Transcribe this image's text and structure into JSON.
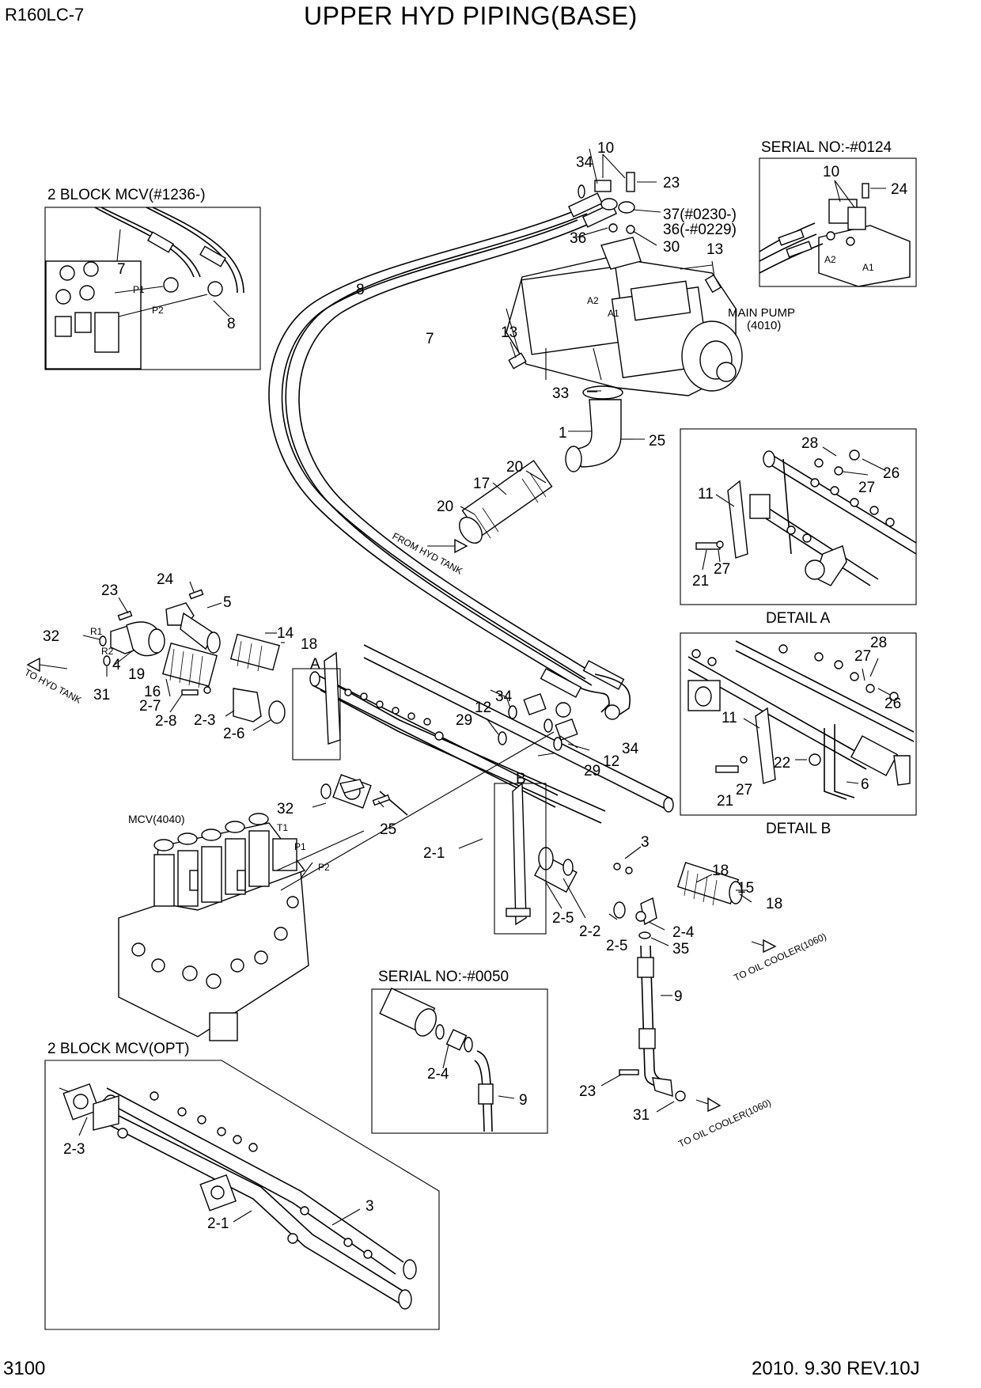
{
  "header": {
    "model": "R160LC-7",
    "title": "UPPER HYD PIPING(BASE)"
  },
  "footer": {
    "page_number": "3100",
    "revision": "2010.  9.30 REV.10J"
  },
  "boxes": {
    "mcv_1236": "2 BLOCK MCV(#1236-)",
    "serial_0124": "SERIAL NO:-#0124",
    "detail_a": "DETAIL A",
    "detail_b": "DETAIL B",
    "serial_0050": "SERIAL NO:-#0050",
    "mcv_opt": "2 BLOCK MCV(OPT)"
  },
  "annotations": {
    "main_pump": "MAIN PUMP",
    "main_pump_code": "(4010)",
    "mcv": "MCV(4040)",
    "from_hyd_tank": "FROM HYD TANK",
    "to_hyd_tank": "TO HYD TANK",
    "to_oil_cooler_1": "TO OIL COOLER(1060)",
    "to_oil_cooler_2": "TO OIL COOLER(1060)"
  },
  "port_labels": {
    "p1": "P1",
    "p2": "P2",
    "a1": "A1",
    "a2": "A2",
    "r1": "R1",
    "r2": "R2",
    "t1": "T1",
    "mcv_p1": "P1",
    "mcv_p2": "P2",
    "ser_a1": "A1",
    "ser_a2": "A2"
  },
  "section_marks": {
    "a": "A",
    "b": "B"
  },
  "callouts": {
    "c34_top": "34",
    "c10_top": "10",
    "c23_top": "23",
    "c37": "37(#0230-)",
    "c36_note": "36(-#0229)",
    "c36": "36",
    "c30": "30",
    "c13_right": "13",
    "c8_pipe": "8",
    "c7_pipe": "7",
    "c13_left": "13",
    "c33": "33",
    "c1": "1",
    "c25_pump": "25",
    "c20_a": "20",
    "c17": "17",
    "c20_b": "20",
    "box1_7": "7",
    "box1_8": "8",
    "ser_10": "10",
    "ser_24": "24",
    "da_28": "28",
    "da_26": "26",
    "da_27a": "27",
    "da_11": "11",
    "da_21": "21",
    "da_27b": "27",
    "db_28": "28",
    "db_27a": "27",
    "db_26": "26",
    "db_11": "11",
    "db_22": "22",
    "db_6": "6",
    "db_21": "21",
    "db_27b": "27",
    "c23_l": "23",
    "c24_l": "24",
    "c5": "5",
    "c32_l": "32",
    "c4": "4",
    "c31_l": "31",
    "c14": "14",
    "c18_l": "18",
    "c19": "19",
    "c16": "16",
    "c2_7": "2-7",
    "c2_8": "2-8",
    "c2_3": "2-3",
    "c2_6": "2-6",
    "c34_mid": "34",
    "c12_a": "12",
    "c29_a": "29",
    "c34_b": "34",
    "c12_b": "12",
    "c29_b": "29",
    "c32_m": "32",
    "c25_m": "25",
    "c2_1": "2-1",
    "c3": "3",
    "c18_a": "18",
    "c15": "15",
    "c18_b": "18",
    "c2_5a": "2-5",
    "c2_2": "2-2",
    "c2_5b": "2-5",
    "c2_4": "2-4",
    "c35": "35",
    "c9": "9",
    "c23_b": "23",
    "c31_b": "31",
    "ser50_2_4": "2-4",
    "ser50_9": "9",
    "opt_2_3": "2-3",
    "opt_3": "3",
    "opt_2_1": "2-1"
  }
}
